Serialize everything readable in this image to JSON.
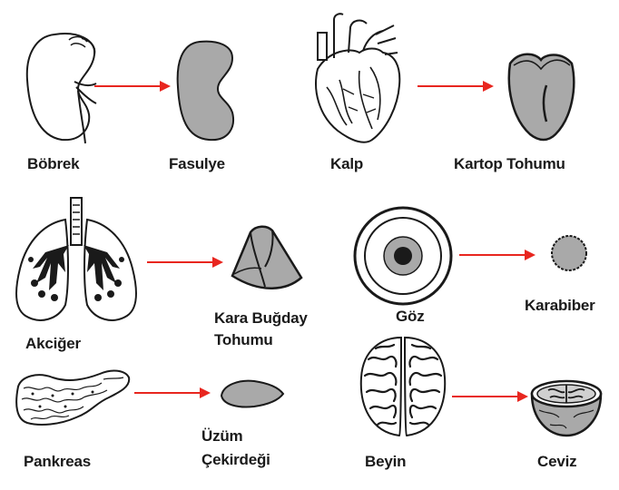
{
  "labels": {
    "bobrek": "Böbrek",
    "fasulye": "Fasulye",
    "kalp": "Kalp",
    "kartop": "Kartop Tohumu",
    "akciger": "Akciğer",
    "karabugday_1": "Kara Buğday",
    "karabugday_2": "Tohumu",
    "goz": "Göz",
    "karabiber": "Karabiber",
    "pankreas": "Pankreas",
    "uzum_1": "Üzüm",
    "uzum_2": "Çekirdeği",
    "beyin": "Beyin",
    "ceviz": "Ceviz"
  },
  "colors": {
    "arrow": "#e8261f",
    "fill_gray": "#a9a9a9",
    "stroke": "#1a1a1a"
  }
}
